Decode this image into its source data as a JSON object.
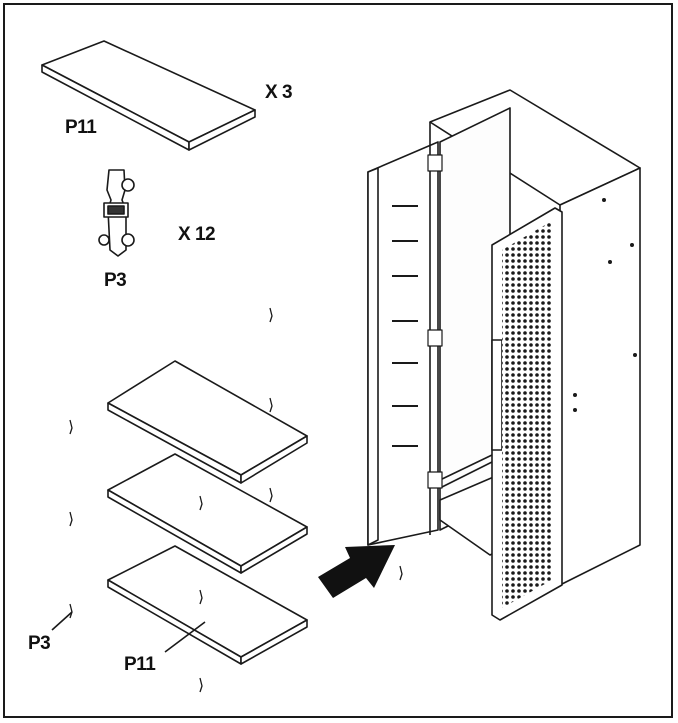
{
  "labels": {
    "qty_top_shelf": "X 3",
    "part_top_shelf": "P11",
    "qty_clip": "X 12",
    "part_clip": "P3",
    "part_clip_bottom": "P3",
    "part_shelf_bottom": "P11"
  },
  "colors": {
    "line": "#1a1a1a",
    "arrow": "#111111",
    "background": "#ffffff"
  },
  "icons": {
    "clip": "shelf-clip-icon",
    "arrow": "insert-arrow-icon"
  }
}
